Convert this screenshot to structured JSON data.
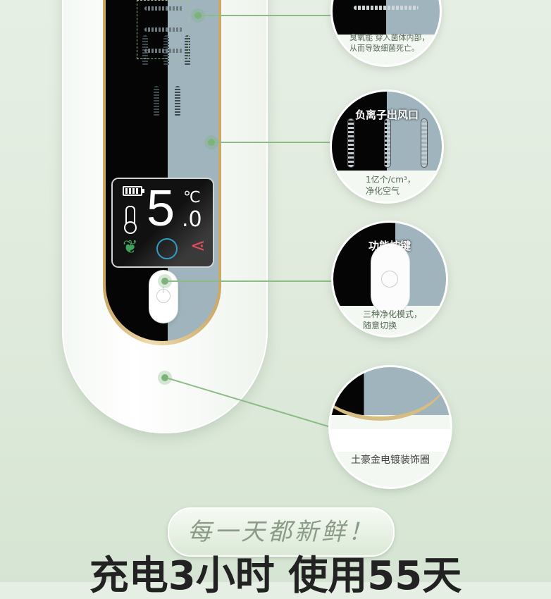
{
  "display": {
    "temp_int": "5",
    "temp_unit": "℃",
    "temp_dec": ".0"
  },
  "callouts": [
    {
      "title": "",
      "caption_lines": [
        "臭氧能 穿入菌体内部，",
        "从而导致细菌死亡。"
      ]
    },
    {
      "title": "负离子出风口",
      "caption_lines": [
        "1亿个/cm³，",
        "净化空气"
      ]
    },
    {
      "title": "功能按键",
      "caption_lines": [
        "三种净化模式，",
        "随意切换"
      ]
    },
    {
      "title": "",
      "caption_lines": [
        "土豪金电镀装饰圈"
      ]
    }
  ],
  "tagline": "每一天都新鲜！",
  "headline": "充电3小时 使用55天",
  "colors": {
    "accent_green": "#7cb37a",
    "gold": "#c9a866",
    "screen_black": "#050505",
    "screen_blue": "#9fb4bd"
  }
}
